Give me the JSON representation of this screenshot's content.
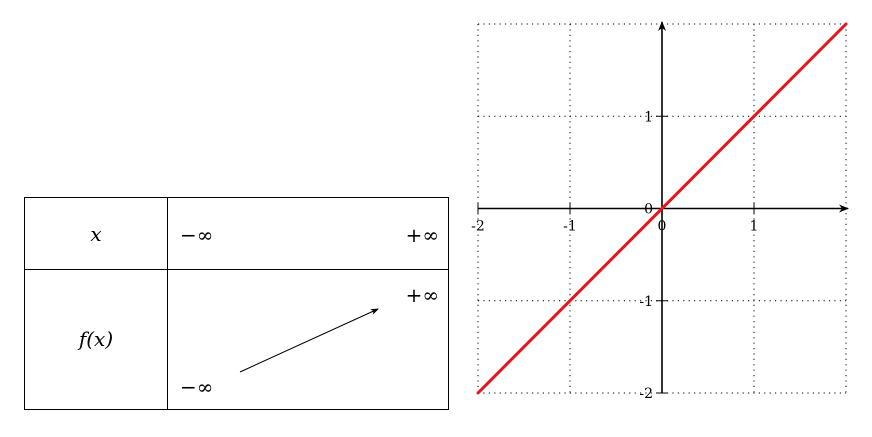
{
  "variation_table": {
    "header_label": "x",
    "function_label": "f(x)",
    "x_start": "−∞",
    "x_end": "+∞",
    "f_start": "−∞",
    "f_end": "+∞",
    "trend": "increasing"
  },
  "chart_data": {
    "type": "line",
    "title": "",
    "xlabel": "",
    "ylabel": "",
    "xlim": [
      -2,
      2
    ],
    "ylim": [
      -2,
      2
    ],
    "grid": true,
    "grid_style": "dotted",
    "x_ticks": [
      {
        "value": -2,
        "label": "-2"
      },
      {
        "value": -1,
        "label": "-1"
      },
      {
        "value": 0,
        "label": "0"
      },
      {
        "value": 1,
        "label": "1"
      }
    ],
    "y_ticks": [
      {
        "value": 1,
        "label": "1"
      },
      {
        "value": 0,
        "label": "0"
      },
      {
        "value": -1,
        "label": "-1"
      },
      {
        "value": -2,
        "label": "-2"
      }
    ],
    "series": [
      {
        "color": "#e8141c",
        "x": [
          -2,
          2
        ],
        "y": [
          -2,
          2
        ]
      }
    ]
  }
}
